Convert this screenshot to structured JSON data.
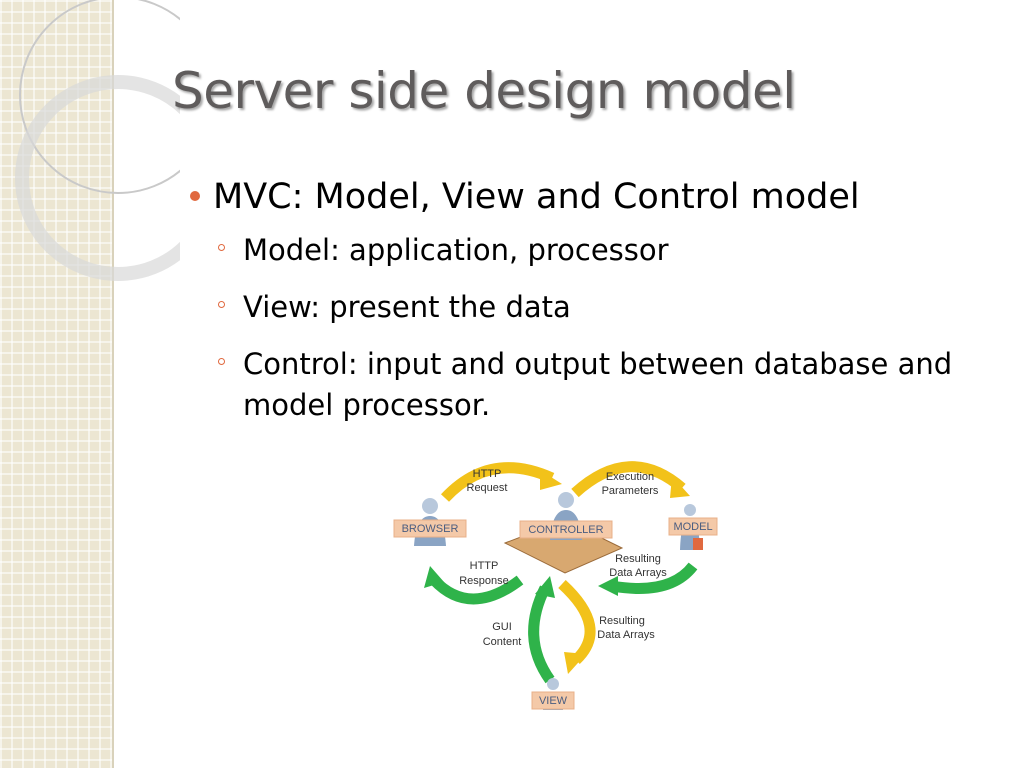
{
  "slide": {
    "title": "Server side design model",
    "bullets": [
      {
        "text": "MVC: Model, View and Control model",
        "sub": [
          "Model: application, processor",
          "View: present the data",
          "Control: input and output between database and model processor."
        ]
      }
    ],
    "accent_color": "#e0693f"
  },
  "diagram": {
    "nodes": {
      "browser": "BROWSER",
      "controller": "CONTROLLER",
      "model": "MODEL",
      "view": "VIEW"
    },
    "flows": {
      "http_request": [
        "HTTP",
        "Request"
      ],
      "execution_parameters": [
        "Execution",
        "Parameters"
      ],
      "http_response": [
        "HTTP",
        "Response"
      ],
      "resulting_data_arrays_model": [
        "Resulting",
        "Data Arrays"
      ],
      "resulting_data_arrays_view": [
        "Resulting",
        "Data Arrays"
      ],
      "gui_content": [
        "GUI",
        "Content"
      ]
    },
    "colors": {
      "request_arrow": "#f2c21a",
      "response_arrow": "#2fb34a",
      "node_tag": "#f4c9a8"
    }
  }
}
